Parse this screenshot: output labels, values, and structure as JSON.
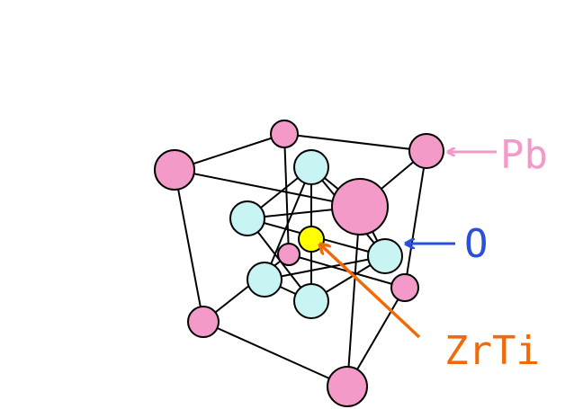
{
  "diagram": {
    "labels": {
      "pb": "Pb",
      "o": "O",
      "zrti": "ZrTi"
    },
    "colors": {
      "pb": "#f49ac8",
      "o": "#c8f4f4",
      "zrti": "#ffff00",
      "bond": "#000000",
      "pb_arrow": "#f49ac8",
      "o_arrow": "#2a4fd8",
      "zrti_arrow": "#f06a0a"
    }
  }
}
